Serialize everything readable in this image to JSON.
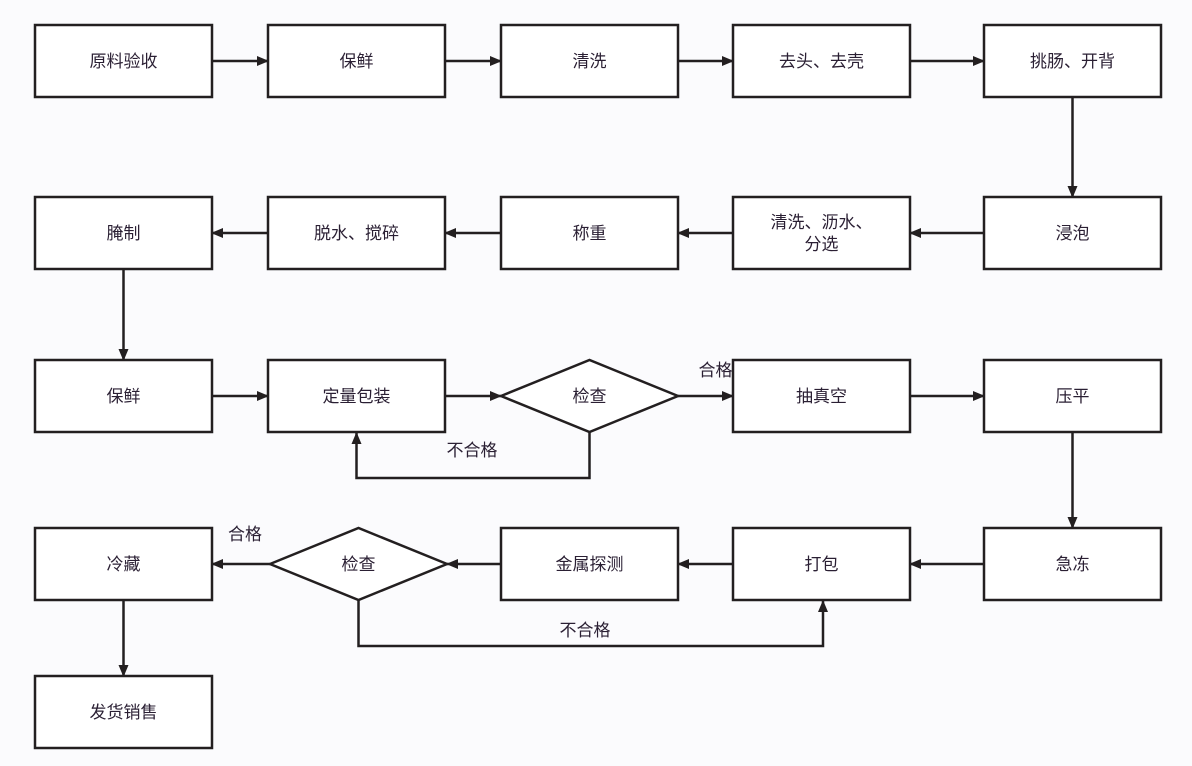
{
  "diagram": {
    "type": "flowchart",
    "nodes": [
      {
        "id": "n1",
        "shape": "rect",
        "lines": [
          "原料验收"
        ]
      },
      {
        "id": "n2",
        "shape": "rect",
        "lines": [
          "保鲜"
        ]
      },
      {
        "id": "n3",
        "shape": "rect",
        "lines": [
          "清洗"
        ]
      },
      {
        "id": "n4",
        "shape": "rect",
        "lines": [
          "去头、去壳"
        ]
      },
      {
        "id": "n5",
        "shape": "rect",
        "lines": [
          "挑肠、开背"
        ]
      },
      {
        "id": "n6",
        "shape": "rect",
        "lines": [
          "浸泡"
        ]
      },
      {
        "id": "n7",
        "shape": "rect",
        "lines": [
          "清洗、沥水、",
          "分选"
        ]
      },
      {
        "id": "n8",
        "shape": "rect",
        "lines": [
          "称重"
        ]
      },
      {
        "id": "n9",
        "shape": "rect",
        "lines": [
          "脱水、搅碎"
        ]
      },
      {
        "id": "n10",
        "shape": "rect",
        "lines": [
          "腌制"
        ]
      },
      {
        "id": "n11",
        "shape": "rect",
        "lines": [
          "保鲜"
        ]
      },
      {
        "id": "n12",
        "shape": "rect",
        "lines": [
          "定量包装"
        ]
      },
      {
        "id": "d1",
        "shape": "diamond",
        "lines": [
          "检查"
        ]
      },
      {
        "id": "n13",
        "shape": "rect",
        "lines": [
          "抽真空"
        ]
      },
      {
        "id": "n14",
        "shape": "rect",
        "lines": [
          "压平"
        ]
      },
      {
        "id": "n15",
        "shape": "rect",
        "lines": [
          "急冻"
        ]
      },
      {
        "id": "n16",
        "shape": "rect",
        "lines": [
          "打包"
        ]
      },
      {
        "id": "n17",
        "shape": "rect",
        "lines": [
          "金属探测"
        ]
      },
      {
        "id": "d2",
        "shape": "diamond",
        "lines": [
          "检查"
        ]
      },
      {
        "id": "n18",
        "shape": "rect",
        "lines": [
          "冷藏"
        ]
      },
      {
        "id": "n19",
        "shape": "rect",
        "lines": [
          "发货销售"
        ]
      }
    ],
    "edges": [
      {
        "from": "n1",
        "to": "n2",
        "label": ""
      },
      {
        "from": "n2",
        "to": "n3",
        "label": ""
      },
      {
        "from": "n3",
        "to": "n4",
        "label": ""
      },
      {
        "from": "n4",
        "to": "n5",
        "label": ""
      },
      {
        "from": "n5",
        "to": "n6",
        "label": ""
      },
      {
        "from": "n6",
        "to": "n7",
        "label": ""
      },
      {
        "from": "n7",
        "to": "n8",
        "label": ""
      },
      {
        "from": "n8",
        "to": "n9",
        "label": ""
      },
      {
        "from": "n9",
        "to": "n10",
        "label": ""
      },
      {
        "from": "n10",
        "to": "n11",
        "label": ""
      },
      {
        "from": "n11",
        "to": "n12",
        "label": ""
      },
      {
        "from": "n12",
        "to": "d1",
        "label": ""
      },
      {
        "from": "d1",
        "to": "n13",
        "label": "合格"
      },
      {
        "from": "d1",
        "to": "n12",
        "label": "不合格"
      },
      {
        "from": "n13",
        "to": "n14",
        "label": ""
      },
      {
        "from": "n14",
        "to": "n15",
        "label": ""
      },
      {
        "from": "n15",
        "to": "n16",
        "label": ""
      },
      {
        "from": "n16",
        "to": "n17",
        "label": ""
      },
      {
        "from": "n17",
        "to": "d2",
        "label": ""
      },
      {
        "from": "d2",
        "to": "n18",
        "label": "合格"
      },
      {
        "from": "d2",
        "to": "n16",
        "label": "不合格"
      },
      {
        "from": "n18",
        "to": "n19",
        "label": ""
      }
    ]
  },
  "colors": {
    "background": "#fbfbfd",
    "stroke": "#231f20",
    "node_fill": "#ffffff",
    "text": "#2a1f33"
  }
}
